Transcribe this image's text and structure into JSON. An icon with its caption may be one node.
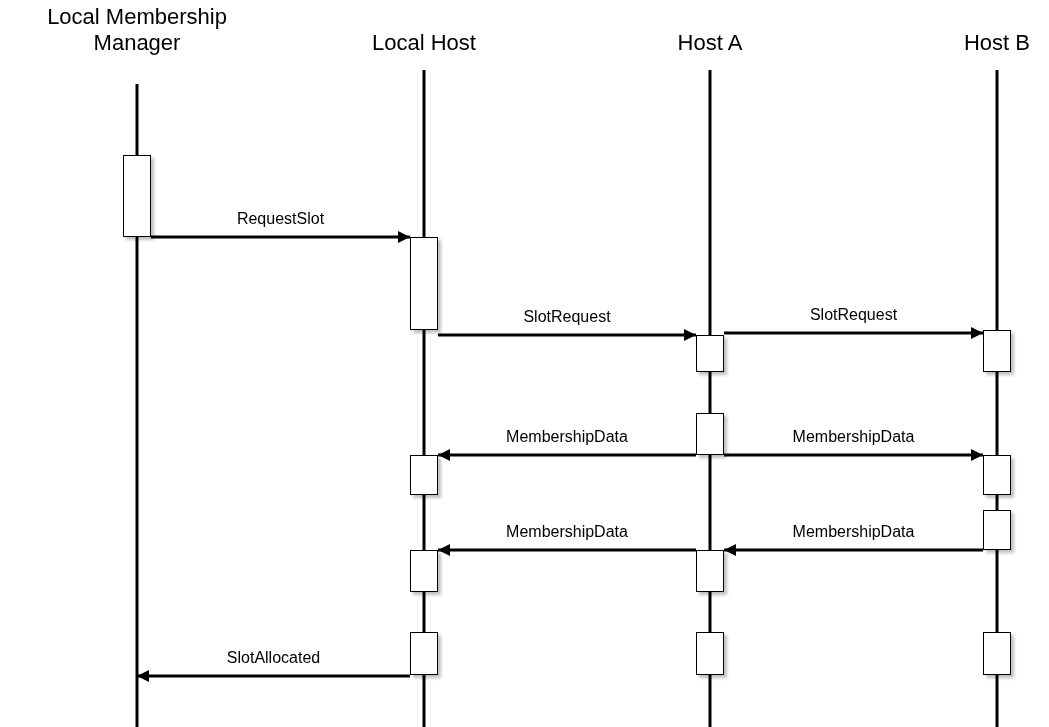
{
  "diagram": {
    "nodes": [
      {
        "text": [
          "Local Membership Manager"
        ]
      },
      {
        "text": [
          "Local Host"
        ]
      },
      {
        "text": [
          "Host A"
        ]
      },
      {
        "text": [
          "Host B"
        ]
      },
      {
        "text": [],
        "shape": "box",
        "in": 0
      },
      {
        "text": [],
        "shape": "box",
        "in": 1
      },
      {
        "text": [],
        "shape": "box",
        "in": 3
      },
      {
        "text": [],
        "shape": "box",
        "in": 2
      },
      {
        "text": [],
        "shape": "box",
        "in": 2
      },
      {
        "text": [],
        "shape": "box",
        "in": 1
      },
      {
        "text": [],
        "shape": "box",
        "in": 3
      },
      {
        "text": [],
        "shape": "box",
        "in": 3
      },
      {
        "text": [],
        "shape": "box",
        "in": 1
      },
      {
        "text": [],
        "shape": "box",
        "in": 2
      },
      {
        "text": [],
        "shape": "box",
        "in": 1
      },
      {
        "text": [],
        "shape": "box",
        "in": 2
      },
      {
        "text": [],
        "shape": "box",
        "in": 3
      }
    ],
    "edges": [
      {
        "from": 4,
        "to": 5,
        "arrow": "to",
        "label": "RequestSlot"
      },
      {
        "from": 5,
        "to": 7,
        "arrow": "to",
        "label": "SlotRequest"
      },
      {
        "from": 7,
        "to": 6,
        "arrow": "to",
        "label": "SlotRequest"
      },
      {
        "from": 8,
        "to": 9,
        "arrow": "to",
        "label": "MembershipData"
      },
      {
        "from": 8,
        "to": 10,
        "arrow": "to",
        "label": "MembershipData"
      },
      {
        "from": 11,
        "to": 13,
        "arrow": "to",
        "label": "MembershipData"
      },
      {
        "from": 13,
        "to": 12,
        "arrow": "to",
        "label": "MembershipData"
      },
      {
        "from": 14,
        "to": 0,
        "arrow": "to",
        "label": "SlotAllocated"
      }
    ]
  }
}
